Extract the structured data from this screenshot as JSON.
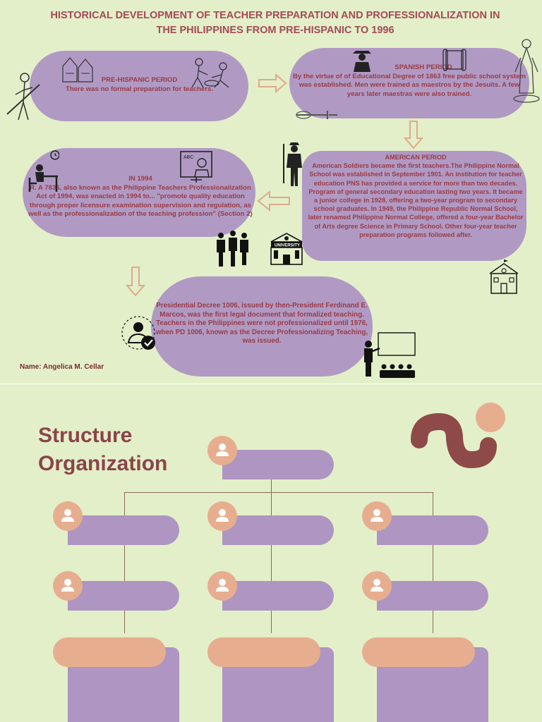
{
  "title": "HISTORICAL DEVELOPMENT OF TEACHER PREPARATION AND PROFESSIONALIZATION IN THE PHILIPPINES FROM PRE-HISPANIC TO 1996",
  "prehispanic": {
    "heading": "PRE-HISPANIC PERIOD",
    "body": "There was no formal preparation for teachers."
  },
  "spanish": {
    "heading": "SPANISH PERIOD",
    "body": "By the virtue of of Educational Degree of 1863 free public school system was established. Men were trained as maestros by the Jesuits. A few years later maestras were also trained."
  },
  "american": {
    "heading": "AMERICAN PERIOD",
    "body": "American Soldiers became the first teachers.The Philippine Normal School was established in September 1901.  An institution for teacher education PNS has provided a service for more than two decades. Program of general secondary education lasting two years. It became a junior college in 1928,  offering a two-year program to secondary school graduates. In 1949, the Philippine Republic  Normal School, later renamed Philippine Normal College, offered a four-year Bachelor of Arts degree Science in Primary School. Other four-year teacher preparation programs followed after."
  },
  "y1994": {
    "heading": "IN 1994",
    "body": "R. A 7836, also known as the Philippine Teachers Professionalization Act of 1994, was enacted in 1994 to... \"promote quality education through proper licensure examination supervision and regulation, as well as the professionalization of the teaching profession\" (Section 2)"
  },
  "pd1006": {
    "body": "Presidential Decree 1006, issued by then-President Ferdinand E. Marcos, was the first legal document that formalized teaching. Teachers in the Philippines were not professionalized until 1976, when PD 1006, known as the Decree Professionalizing Teaching, was issued."
  },
  "name": "Name: Angelica M. Cellar",
  "abc": "ABC",
  "university": "UNIVERSITY",
  "structure": {
    "title_line1": "Structure",
    "title_line2": "Organization"
  },
  "colors": {
    "background": "#e3efc9",
    "pill": "#b09ac4",
    "title_text": "#a34a55",
    "avatar": "#e6ae8f",
    "accent_dark": "#8a4449"
  },
  "icons": [
    "person-icon",
    "arrow-right-icon",
    "arrow-down-icon",
    "arrow-left-icon",
    "school-icon",
    "university-icon",
    "teacher-icon",
    "soldier-icon",
    "people-icon",
    "verified-user-icon",
    "board-icon"
  ]
}
